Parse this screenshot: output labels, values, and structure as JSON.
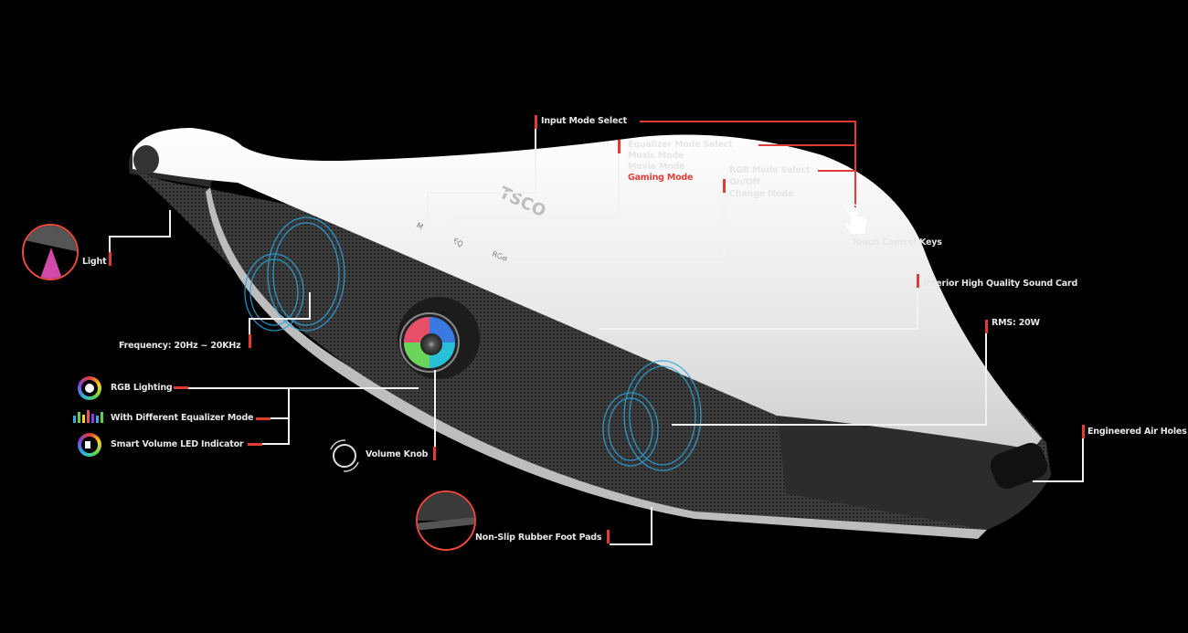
{
  "product": {
    "brand_logo": "TSCO",
    "keys": [
      {
        "label": "M",
        "sub": "≺"
      },
      {
        "label": "EQ",
        "sub": "≺"
      },
      {
        "label": "RGB",
        "sub": "◎"
      }
    ]
  },
  "callouts": {
    "input_mode": "Input Mode Select",
    "eq_mode": {
      "title": "Equalizer Mode Select",
      "options": [
        "Music Mode",
        "Movie Mode",
        "Gaming Mode"
      ]
    },
    "rgb_mode": {
      "title": "RGB Mode Select",
      "options": [
        "On/Off",
        "Change Mode"
      ]
    },
    "touch_keys": "Touch Control Keys",
    "sound_card": "Interior High Quality Sound Card",
    "rms": "RMS: 20W",
    "air_holes": "Engineered Air Holes",
    "light": "Light",
    "frequency": "Frequency: 20Hz ~ 20KHz",
    "rgb_lighting": "RGB Lighting",
    "eq_different": "With Different  Equalizer Mode",
    "volume_led": "Smart Volume LED Indicator",
    "volume_knob": "Volume Knob",
    "foot_pads": "Non-Slip Rubber Foot Pads"
  },
  "colors": {
    "accent_red": "#e23b36",
    "highlight_red": "#e0403a",
    "background": "#000000",
    "body_white": "#efefef",
    "grille": "#3a3a3a",
    "wave_blue": "#2aa7e0"
  }
}
